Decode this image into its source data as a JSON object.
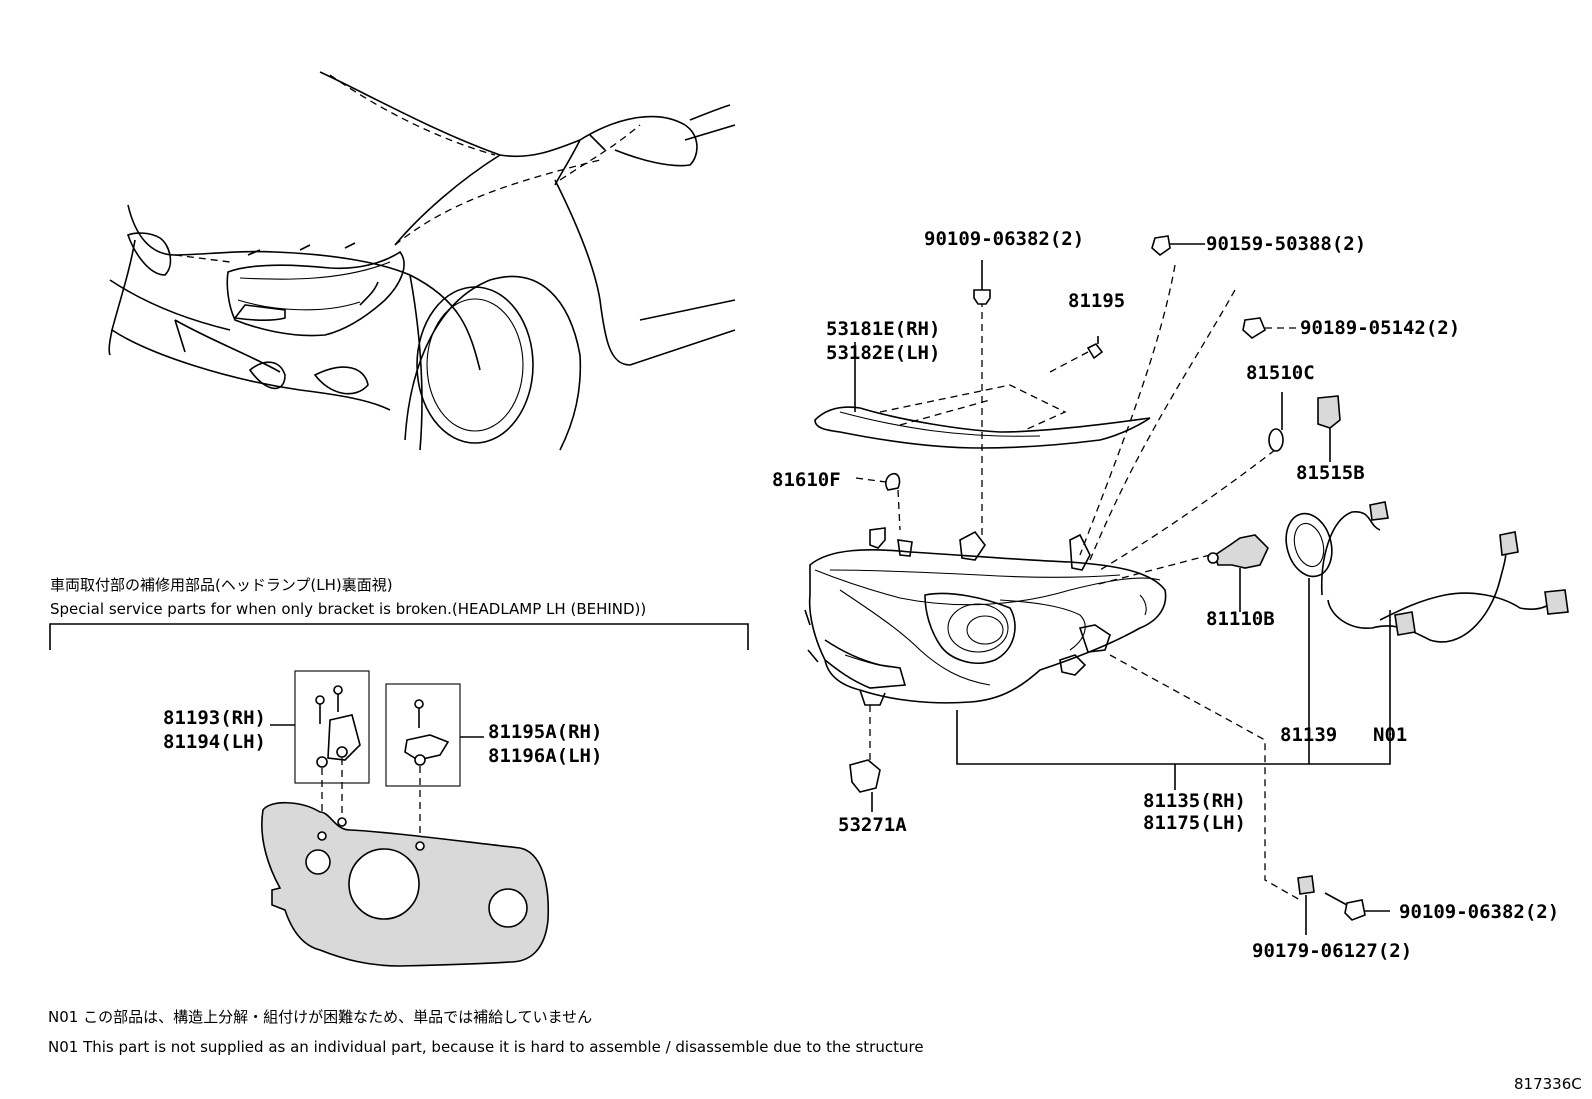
{
  "diagram_id": "817336C",
  "parts": {
    "p90109_top": "90109-06382(2)",
    "p90159": "90159-50388(2)",
    "p90189": "90189-05142(2)",
    "p81195": "81195",
    "p53181": "53181E(RH)",
    "p53182": "53182E(LH)",
    "p81510": "81510C",
    "p81515": "81515B",
    "p81610": "81610F",
    "p81110": "81110B",
    "p81139": "81139",
    "pN01": "N01",
    "p81135": "81135(RH)",
    "p81175": "81175(LH)",
    "p53271": "53271A",
    "p90109_bot": "90109-06382(2)",
    "p90179": "90179-06127(2)",
    "p81193": "81193(RH)",
    "p81194": "81194(LH)",
    "p81195a": "81195A(RH)",
    "p81196a": "81196A(LH)"
  },
  "inset": {
    "title_jp": "車両取付部の補修用部品(ヘッドランプ(LH)裏面視)",
    "title_en": "Special service parts for when only bracket is broken.(HEADLAMP LH (BEHIND))"
  },
  "notes": {
    "n01_jp": "N01 この部品は、構造上分解・組付けが困難なため、単品では補給していません",
    "n01_en": "N01 This part is not supplied as an individual part, because it is hard to assemble / disassemble due to the structure"
  }
}
